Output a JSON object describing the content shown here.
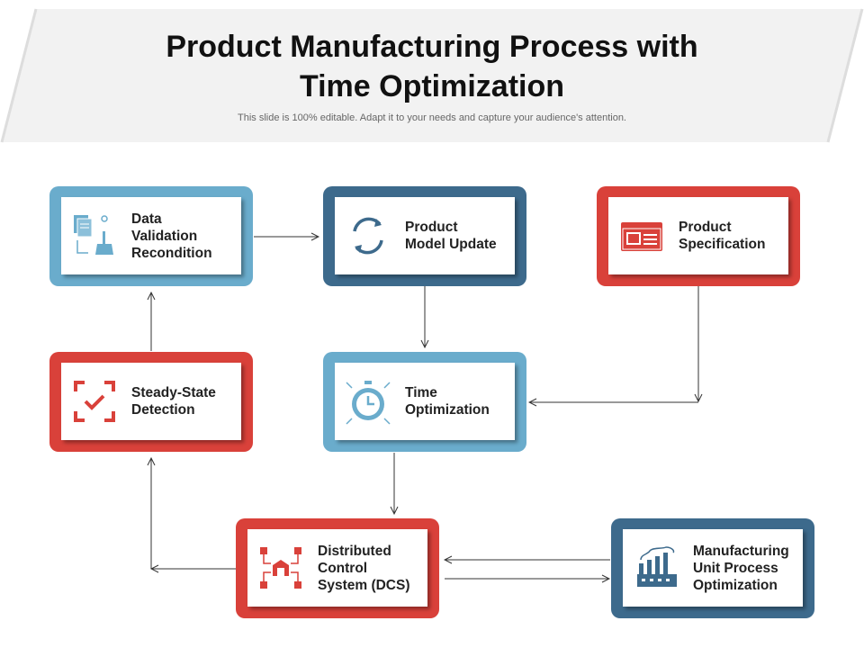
{
  "header": {
    "title_line1": "Product Manufacturing Process with",
    "title_line2": "Time Optimization",
    "subtitle": "This slide is 100% editable. Adapt it to your needs and capture your audience's attention."
  },
  "colors": {
    "light_blue": "#6aaccc",
    "dark_blue": "#3d6a8c",
    "red": "#d9413a"
  },
  "nodes": [
    {
      "label": "Data\nValidation\nRecondition",
      "icon": "document-broom-icon"
    },
    {
      "label": "Product\nModel Update",
      "icon": "refresh-icon"
    },
    {
      "label": "Product\nSpecification",
      "icon": "browser-window-icon"
    },
    {
      "label": "Steady-State\nDetection",
      "icon": "focus-check-icon"
    },
    {
      "label": "Time\nOptimization",
      "icon": "stopwatch-icon"
    },
    {
      "label": "Distributed\nControl\nSystem (DCS)",
      "icon": "network-boxes-icon"
    },
    {
      "label": "Manufacturing\nUnit Process\nOptimization",
      "icon": "factory-icon"
    }
  ]
}
